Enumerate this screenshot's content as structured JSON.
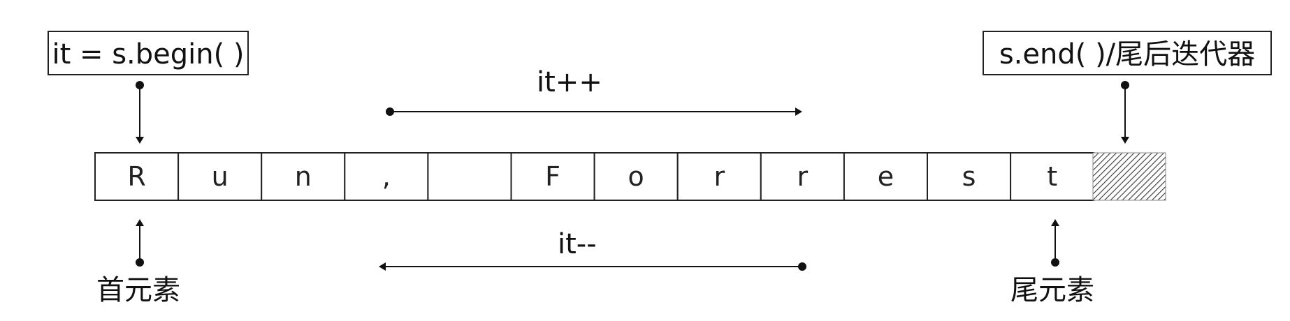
{
  "begin_label": "it = s.begin( )",
  "end_label": "s.end( )/尾后迭代器",
  "increment_label": "it++",
  "decrement_label": "it--",
  "first_element_label": "首元素",
  "last_element_label": "尾元素",
  "characters": [
    "R",
    "u",
    "n",
    ",",
    " ",
    "F",
    "o",
    "r",
    "r",
    "e",
    "s",
    "t"
  ]
}
